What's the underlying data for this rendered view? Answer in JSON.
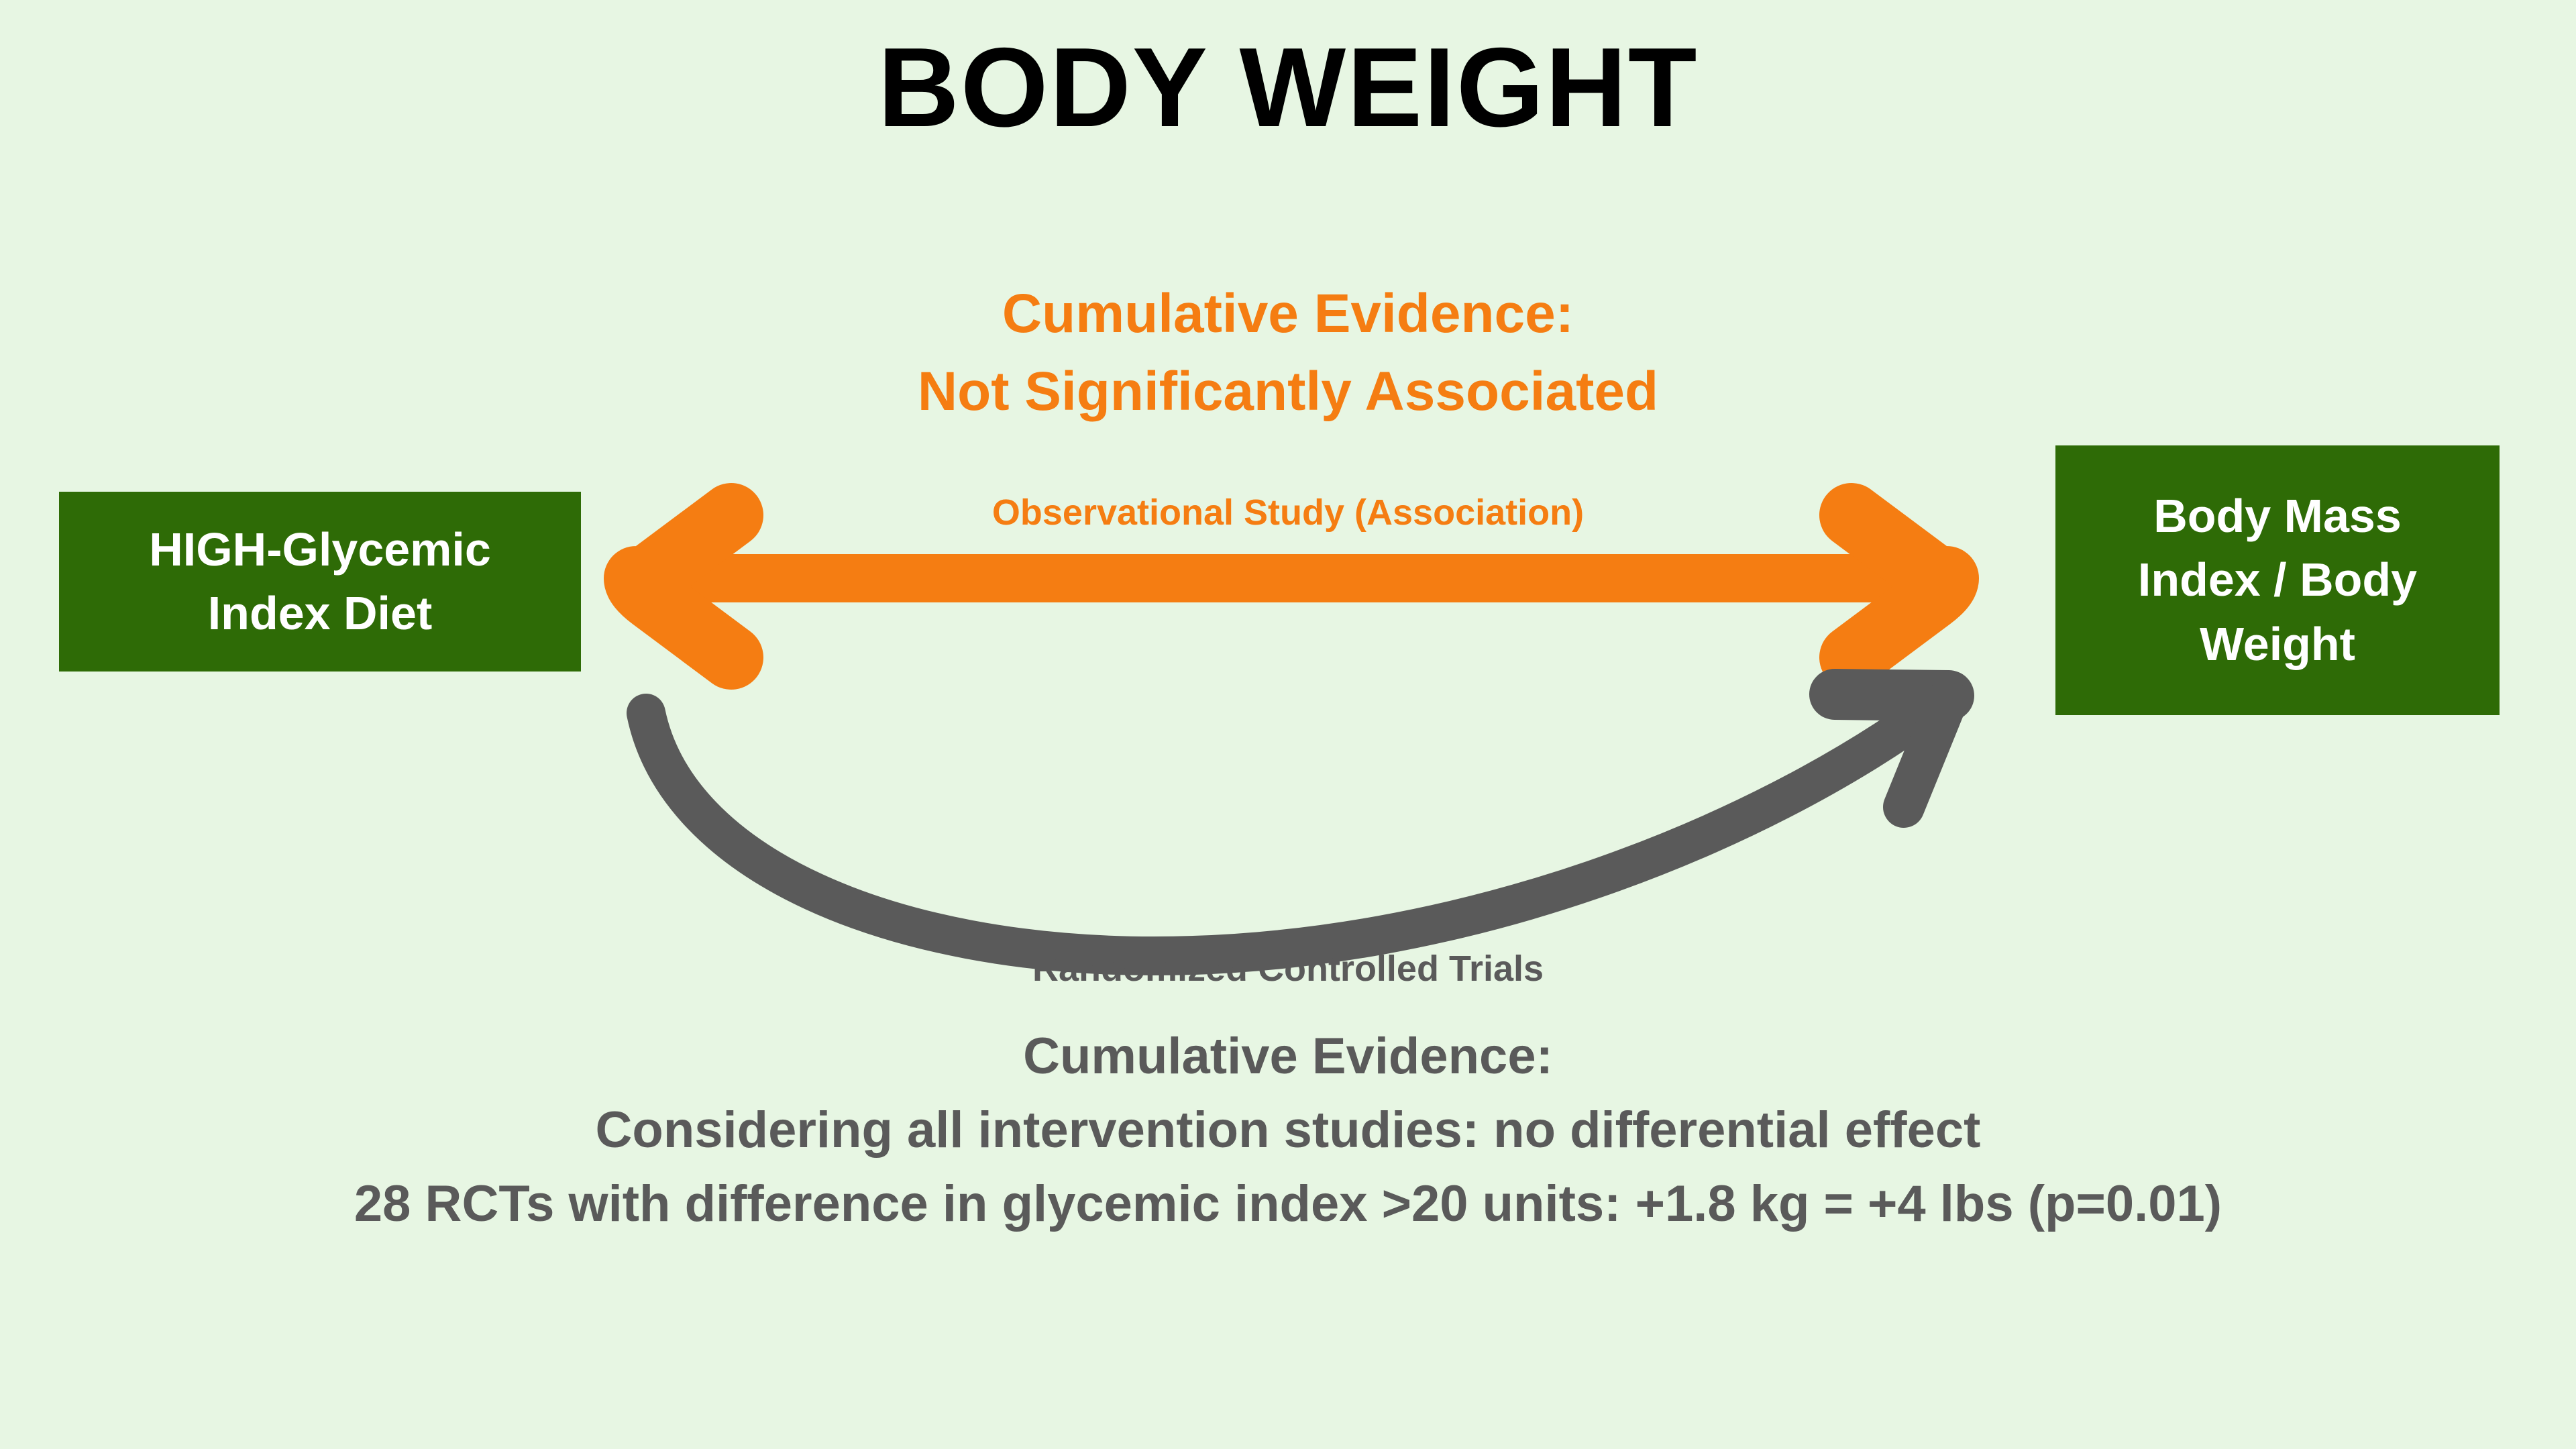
{
  "slide": {
    "background_color": "#e7f6e3",
    "title": "BODY WEIGHT"
  },
  "colors": {
    "background": "#e7f6e3",
    "accent_orange": "#f57d12",
    "box_green": "#2e6b06",
    "gray_text": "#5a5a5a",
    "title_black": "#000000",
    "box_text_white": "#ffffff"
  },
  "observational": {
    "headline_line1": "Cumulative Evidence:",
    "headline_line2": "Not Significantly Associated",
    "arrow_label": "Observational Study (Association)",
    "arrow_color": "#f57d12",
    "arrow_direction": "double"
  },
  "boxes": {
    "left": {
      "line1": "HIGH-Glycemic",
      "line2": "Index Diet"
    },
    "right": {
      "line1": "Body Mass",
      "line2": "Index / Body",
      "line3": "Weight"
    }
  },
  "rct": {
    "arrow_label": "Randomized Controlled Trials",
    "arrow_color": "#5a5a5a",
    "arrow_direction": "left-to-right-curved",
    "summary_line1": "Cumulative Evidence:",
    "summary_line2": "Considering all intervention studies: no differential effect",
    "summary_line3": "28 RCTs with difference in glycemic index >20 units: +1.8 kg = +4 lbs (p=0.01)"
  }
}
